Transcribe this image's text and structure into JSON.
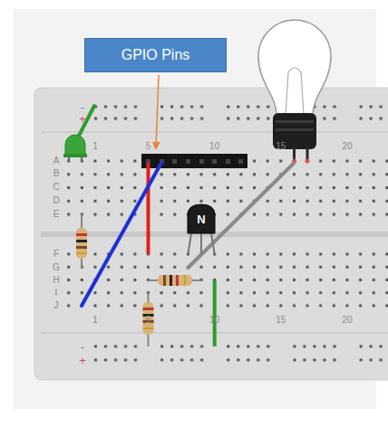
{
  "diagram": {
    "nodes": [
      {
        "text": [
          "GPIO Pins"
        ]
      },
      {
        "text": [
          "N"
        ]
      }
    ],
    "labels": [
      "-",
      "+",
      "1",
      "5",
      "10",
      "15",
      "20",
      "A",
      "B",
      "C",
      "D",
      "E",
      "F",
      "G",
      "H",
      "I",
      "J",
      "1",
      "5",
      "10",
      "15",
      "20",
      "-",
      "+"
    ]
  }
}
